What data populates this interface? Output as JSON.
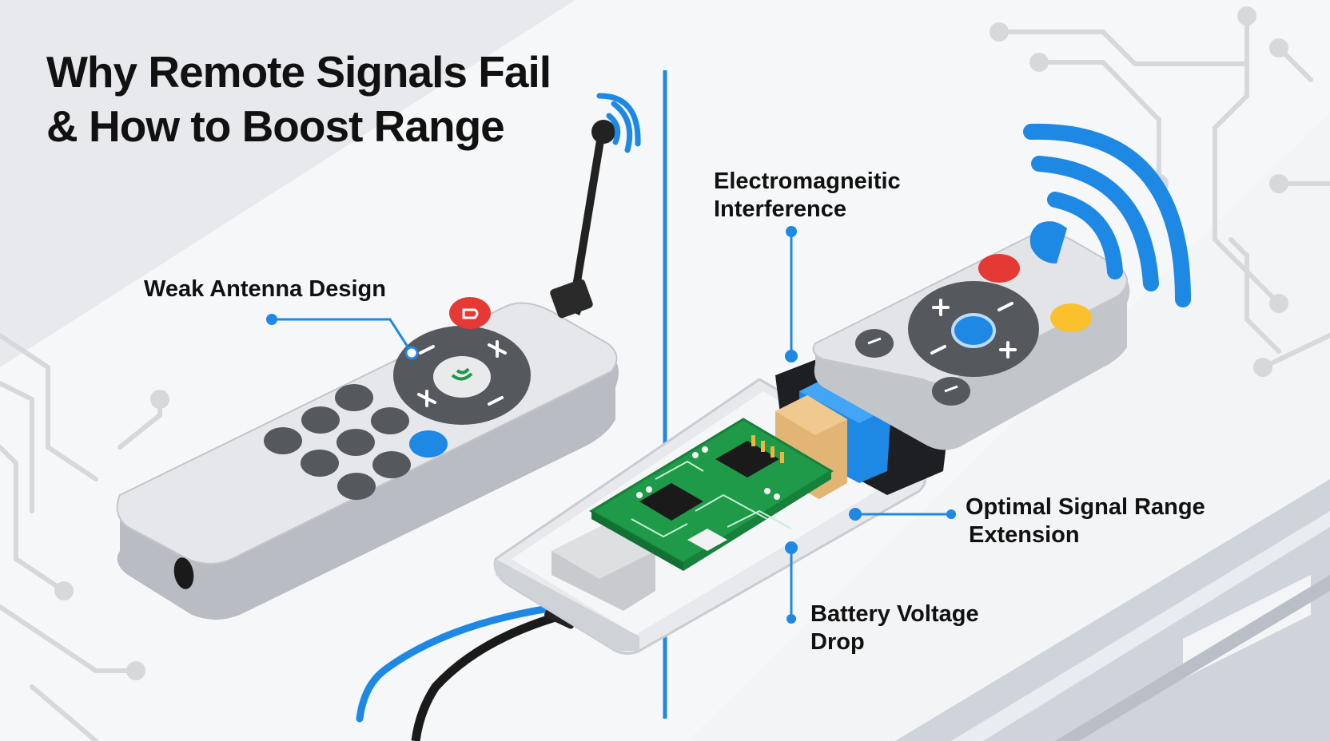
{
  "title": {
    "line1": "Why Remote Signals Fail",
    "line2": "& How to Boost Range"
  },
  "labels": {
    "weak_antenna": "Weak Antenna Design",
    "emi_line1": "Electromagneitic",
    "emi_line2": "Interference",
    "optimal_line1": "Optimal Signal Range",
    "optimal_line2": "Extension",
    "battery_line1": "Battery Voltage",
    "battery_line2": "Drop"
  },
  "colors": {
    "accent_blue": "#1e88e5",
    "remote_body": "#e4e5e8",
    "button_dark": "#55585d",
    "button_red": "#e53935",
    "button_yellow": "#fbc02d",
    "pcb_green": "#1e9a48"
  },
  "icons": [
    "wifi-signal-icon",
    "antenna-icon",
    "power-button-icon",
    "dpad-icon",
    "circuit-board-icon",
    "cable-icon"
  ]
}
